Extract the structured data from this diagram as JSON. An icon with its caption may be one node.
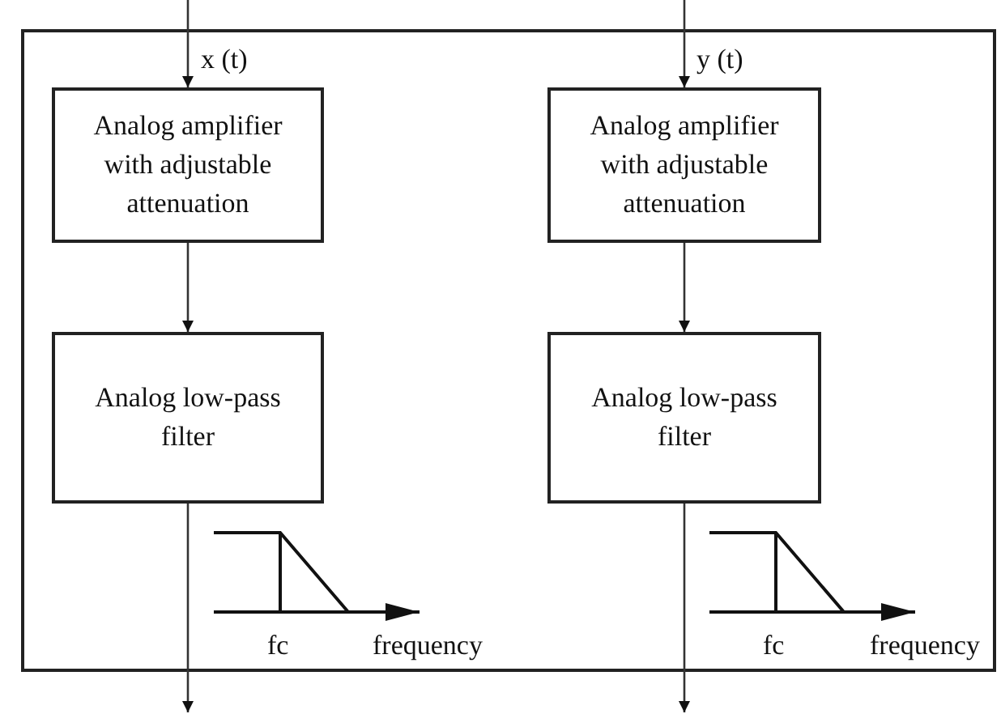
{
  "diagram": {
    "nodes": [
      {
        "text": [],
        "shape": "box"
      },
      {
        "text": [
          "Analog amplifier with adjustable attenuation"
        ],
        "in": 0
      },
      {
        "text": [
          "Analog low-pass filter"
        ],
        "in": 0
      },
      {
        "text": [
          "Analog amplifier with adjustable attenuation"
        ],
        "in": 0
      },
      {
        "text": [
          "Analog low-pass filter"
        ],
        "in": 0
      }
    ],
    "edges": [
      {
        "from": null,
        "to": 1,
        "arrow": "to",
        "label": "x (t)"
      },
      {
        "from": 1,
        "to": 2,
        "arrow": "to"
      },
      {
        "from": 2,
        "to": null,
        "arrow": "to"
      },
      {
        "from": null,
        "to": 3,
        "arrow": "to",
        "label": "y (t)"
      },
      {
        "from": 3,
        "to": 4,
        "arrow": "to"
      },
      {
        "from": 4,
        "to": null,
        "arrow": "to"
      }
    ],
    "labels": [
      "fc",
      "frequency",
      "fc",
      "frequency"
    ]
  }
}
